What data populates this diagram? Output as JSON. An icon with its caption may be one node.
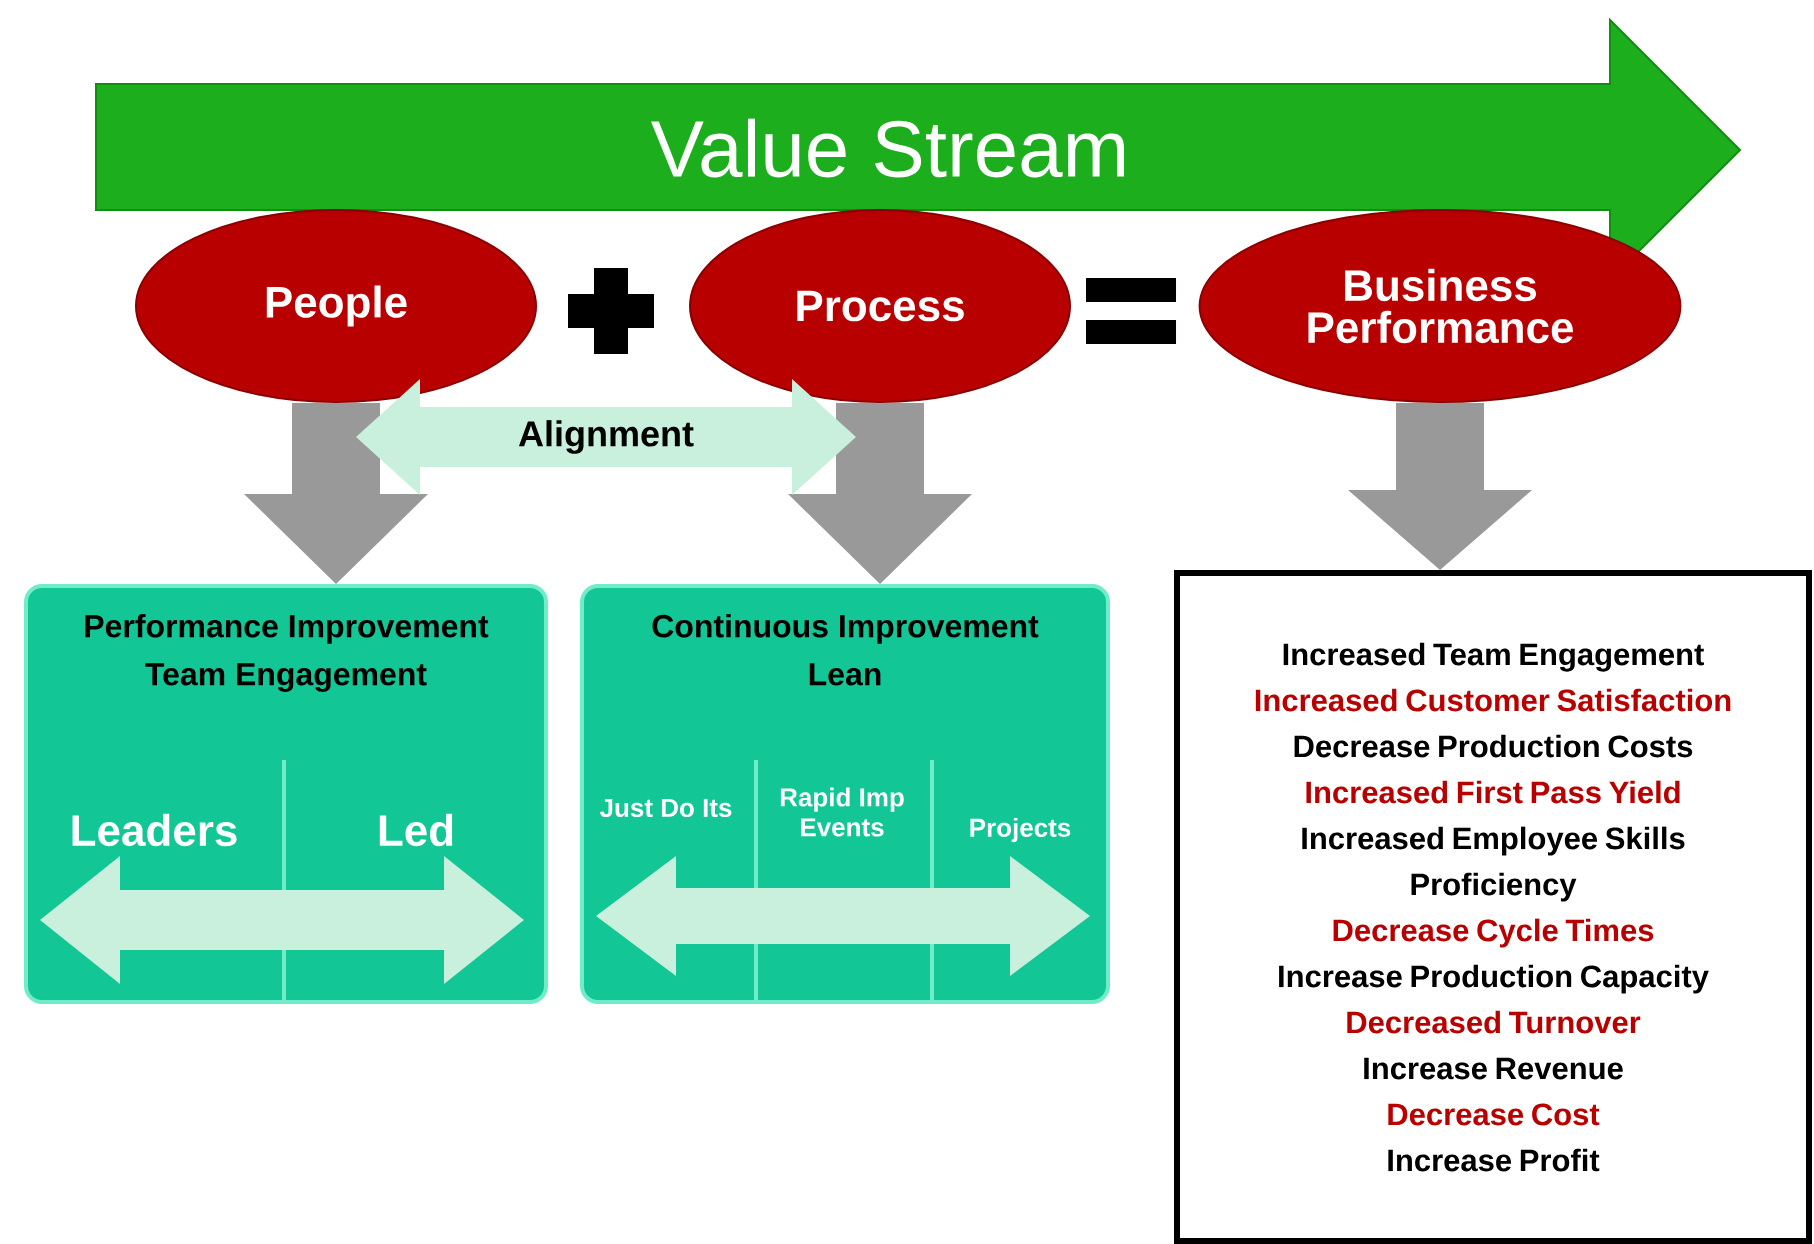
{
  "diagram": {
    "nodes": [
      {
        "text": [
          "Value Stream"
        ]
      },
      {
        "text": [
          "People"
        ]
      },
      {
        "text": [
          "Process"
        ]
      },
      {
        "text": [
          "Business Performance"
        ]
      },
      {
        "text": [
          "Performance Improvement Team Engagement"
        ]
      },
      {
        "text": [
          "Leaders"
        ],
        "in": 4
      },
      {
        "text": [
          "Led"
        ],
        "in": 4
      },
      {
        "text": [
          "Continuous Improvement Lean"
        ]
      },
      {
        "text": [
          "Just Do Its"
        ],
        "in": 7
      },
      {
        "text": [
          "Rapid Imp Events"
        ],
        "in": 7
      },
      {
        "text": [
          "Projects"
        ],
        "in": 7
      },
      {
        "text": [
          "Increased Team Engagement",
          "Increased Customer Satisfaction",
          "Decrease Production Costs",
          "Increased First Pass Yield",
          "Increased Employee Skills Proficiency",
          "Decrease Cycle Times",
          "Increase Production Capacity",
          "Decreased Turnover",
          "Increase Revenue",
          "Decrease Cost",
          "Increase Profit"
        ]
      }
    ],
    "edges": [
      {
        "from": 1,
        "to": 4,
        "arrow": "to",
        "color": "#999999"
      },
      {
        "from": 2,
        "to": 7,
        "arrow": "to",
        "color": "#999999"
      },
      {
        "from": 3,
        "to": 11,
        "arrow": "to",
        "color": "#999999"
      },
      {
        "from": 1,
        "to": 2,
        "arrow": "both",
        "label": "Alignment",
        "color": "#c8f0dc"
      },
      {
        "from": 5,
        "to": 6,
        "arrow": "both",
        "color": "#c8f0dc"
      },
      {
        "from": 8,
        "to": 10,
        "arrow": "both",
        "color": "#c8f0dc"
      }
    ]
  }
}
